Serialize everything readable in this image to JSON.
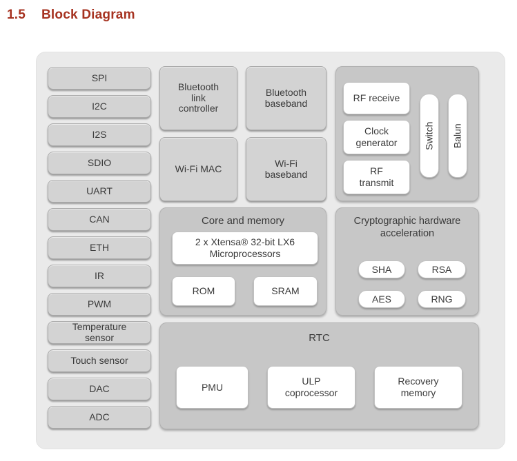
{
  "heading": {
    "number": "1.5",
    "title": "Block Diagram",
    "accent_color": "#a63220"
  },
  "colors": {
    "outer_container": "#eaeaea",
    "gray_block": "#d3d3d3",
    "sub_panel": "#c7c7c7",
    "white_block": "#ffffff",
    "text": "#3a3a3a"
  },
  "peripherals": [
    "SPI",
    "I2C",
    "I2S",
    "SDIO",
    "UART",
    "CAN",
    "ETH",
    "IR",
    "PWM",
    "Temperature\nsensor",
    "Touch sensor",
    "DAC",
    "ADC"
  ],
  "radio": {
    "bluetooth_link_controller": "Bluetooth\nlink\ncontroller",
    "bluetooth_baseband": "Bluetooth\nbaseband",
    "wifi_mac": "Wi-Fi MAC",
    "wifi_baseband": "Wi-Fi\nbaseband",
    "rf": {
      "receive": "RF receive",
      "clock_generator": "Clock\ngenerator",
      "transmit": "RF\ntransmit",
      "switch": "Switch",
      "balun": "Balun"
    }
  },
  "core": {
    "title": "Core and memory",
    "cpu": "2 x Xtensa® 32-bit LX6\nMicroprocessors",
    "rom": "ROM",
    "sram": "SRAM"
  },
  "crypto": {
    "title": "Cryptographic hardware\nacceleration",
    "items": [
      "SHA",
      "RSA",
      "AES",
      "RNG"
    ]
  },
  "rtc": {
    "title": "RTC",
    "pmu": "PMU",
    "ulp": "ULP\ncoprocessor",
    "recovery": "Recovery\nmemory"
  }
}
